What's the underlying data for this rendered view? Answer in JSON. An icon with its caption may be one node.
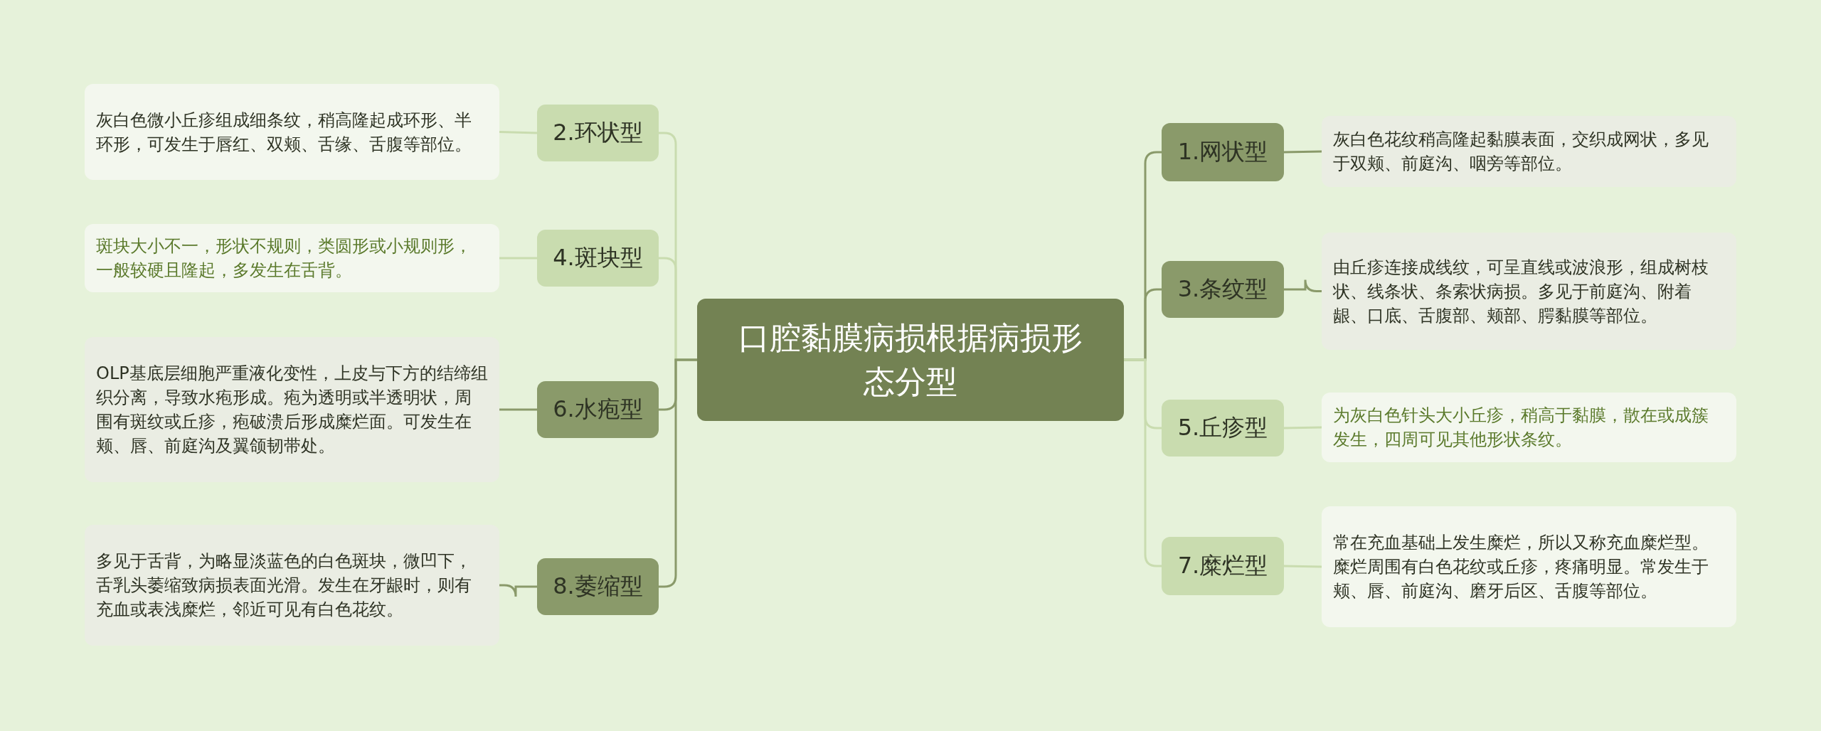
{
  "diagram": {
    "nodes": [
      {
        "text": [
          "口腔黏膜病损根据病损形态分型"
        ]
      },
      {
        "text": [
          "1.网状型"
        ]
      },
      {
        "text": [
          "灰白色花纹稍高隆起黏膜表面，交织成网状，多见于双颊、前庭沟、咽旁等部位。"
        ]
      },
      {
        "text": [
          "2.环状型"
        ]
      },
      {
        "text": [
          "灰白色微小丘疹组成细条纹，稍高隆起成环形、半环形，可发生于唇红、双颊、舌缘、舌腹等部位。"
        ]
      },
      {
        "text": [
          "3.条纹型"
        ]
      },
      {
        "text": [
          "由丘疹连接成线纹，可呈直线或波浪形，组成树枝状、线条状、条索状病损。多见于前庭沟、附着龈、口底、舌腹部、颊部、腭黏膜等部位。"
        ]
      },
      {
        "text": [
          "4.斑块型"
        ]
      },
      {
        "text": [
          "斑块大小不一，形状不规则，类圆形或小规则形，一般较硬且隆起，多发生在舌背。"
        ]
      },
      {
        "text": [
          "5.丘疹型"
        ]
      },
      {
        "text": [
          "为灰白色针头大小丘疹，稍高于黏膜，散在或成簇发生，四周可见其他形状条纹。"
        ]
      },
      {
        "text": [
          "6.水疱型"
        ]
      },
      {
        "text": [
          "OLP基底层细胞严重液化变性，上皮与下方的结缔组织分离，导致水疱形成。疱为透明或半透明状，周围有斑纹或丘疹，疱破溃后形成糜烂面。可发生在颊、唇、前庭沟及翼颌韧带处。"
        ]
      },
      {
        "text": [
          "7.糜烂型"
        ]
      },
      {
        "text": [
          "常在充血基础上发生糜烂，所以又称充血糜烂型。糜烂周围有白色花纹或丘疹，疼痛明显。常发生于颊、唇、前庭沟、磨牙后区、舌腹等部位。"
        ]
      },
      {
        "text": [
          "8.萎缩型"
        ]
      },
      {
        "text": [
          "多见于舌背，为略显淡蓝色的白色斑块，微凹下，舌乳头萎缩致病损表面光滑。发生在牙龈时，则有充血或表浅糜烂，邻近可见有白色花纹。"
        ]
      }
    ],
    "edges": [
      {
        "from": 0,
        "to": 1,
        "arrow": "none"
      },
      {
        "from": 1,
        "to": 2,
        "arrow": "none"
      },
      {
        "from": 0,
        "to": 3,
        "arrow": "none",
        "color": "#c9dcaf"
      },
      {
        "from": 3,
        "to": 4,
        "arrow": "none",
        "color": "#c9dcaf"
      },
      {
        "from": 0,
        "to": 5,
        "arrow": "none"
      },
      {
        "from": 5,
        "to": 6,
        "arrow": "none"
      },
      {
        "from": 0,
        "to": 7,
        "arrow": "none",
        "color": "#c9dcaf"
      },
      {
        "from": 7,
        "to": 8,
        "arrow": "none",
        "color": "#c9dcaf"
      },
      {
        "from": 0,
        "to": 9,
        "arrow": "none",
        "color": "#c9dcaf"
      },
      {
        "from": 9,
        "to": 10,
        "arrow": "none",
        "color": "#c9dcaf"
      },
      {
        "from": 0,
        "to": 11,
        "arrow": "none"
      },
      {
        "from": 11,
        "to": 12,
        "arrow": "none"
      },
      {
        "from": 0,
        "to": 13,
        "arrow": "none",
        "color": "#c9dcaf"
      },
      {
        "from": 13,
        "to": 14,
        "arrow": "none",
        "color": "#c9dcaf"
      },
      {
        "from": 0,
        "to": 15,
        "arrow": "none"
      },
      {
        "from": 15,
        "to": 16,
        "arrow": "none"
      }
    ]
  }
}
